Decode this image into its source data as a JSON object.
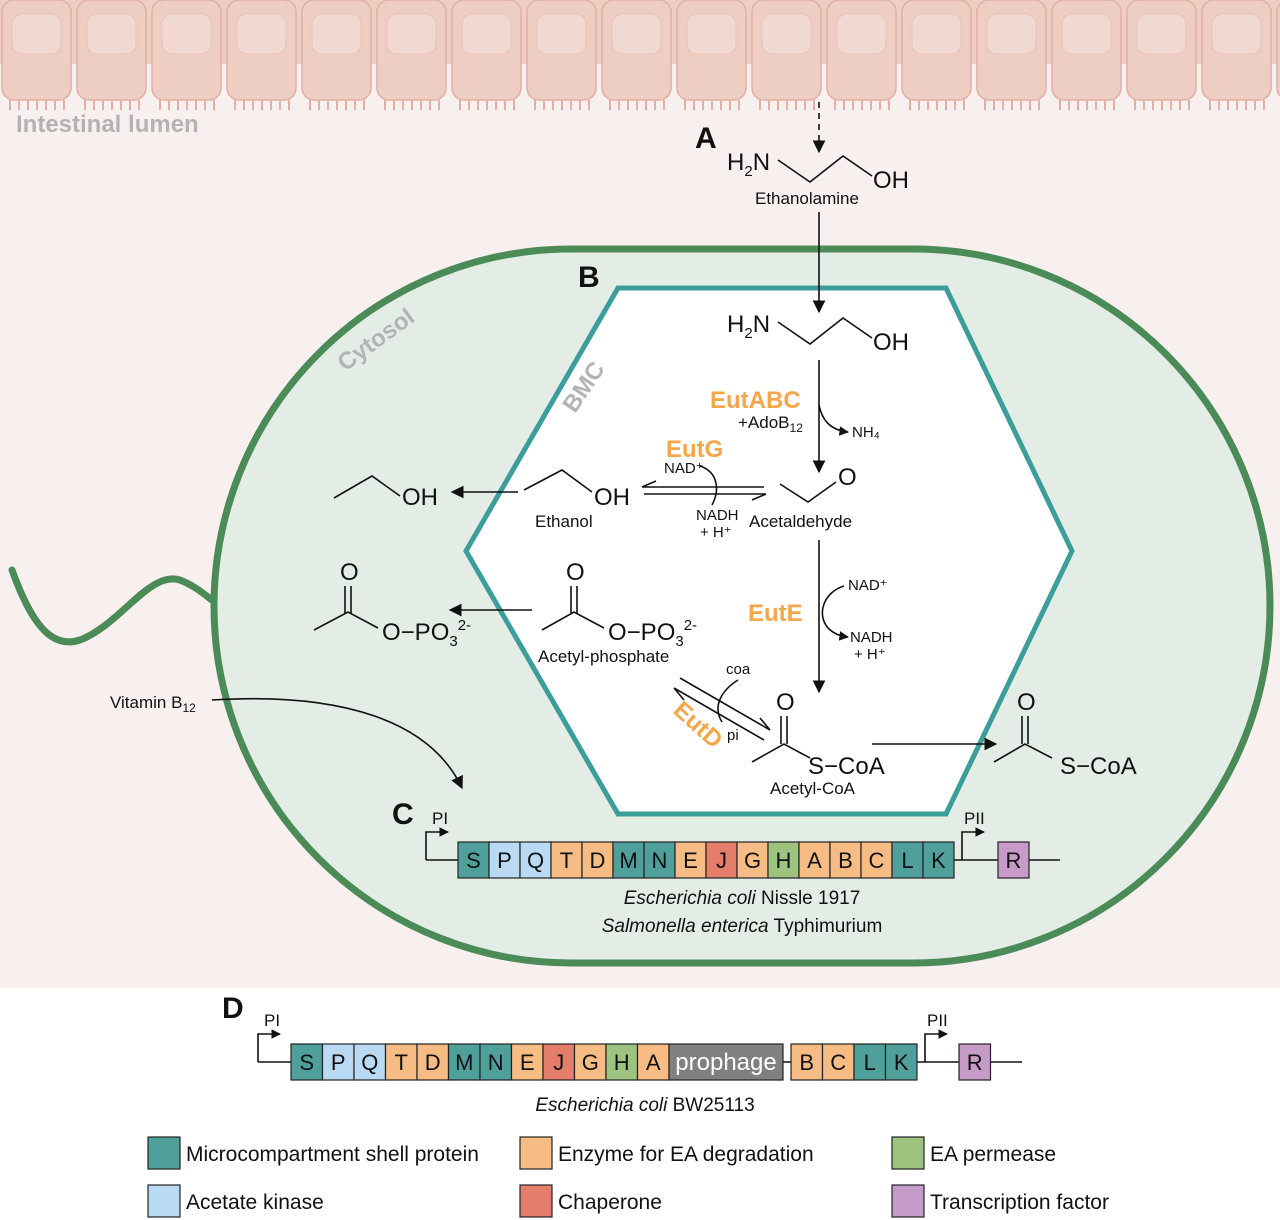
{
  "regions": {
    "lumen": "Intestinal lumen",
    "cytosol": "Cytosol",
    "bmc": "BMC"
  },
  "panels": {
    "a": "A",
    "b": "B",
    "c": "C",
    "d": "D"
  },
  "enzymes": {
    "eutabc": "EutABC",
    "eutg": "EutG",
    "eute": "EutE",
    "eutd": "EutD"
  },
  "cofactors": {
    "adob12_prefix": "+AdoB",
    "adob12_sub": "12",
    "nh4": "NH₄",
    "nad": "NAD⁺",
    "nadh": "NADH",
    "h_plus": "+ H⁺",
    "coa": "coa",
    "pi": "pi"
  },
  "compounds": {
    "ethanolamine": "Ethanolamine",
    "ethanol": "Ethanol",
    "acetaldehyde": "Acetaldehyde",
    "acetyl_phosphate": "Acetyl-phosphate",
    "acetyl_coa": "Acetyl-CoA",
    "vitamin_b12_prefix": "Vitamin B",
    "vitamin_b12_sub": "12"
  },
  "atoms": {
    "h2n": "H",
    "h2n_sub": "2",
    "h2n_n": "N",
    "oh": "OH",
    "o": "O",
    "s_coa": "S−CoA",
    "o_po3": "O−PO",
    "po3_sub": "3",
    "po3_sup": "2-"
  },
  "operon_c": {
    "promoter1": "PI",
    "promoter2": "PII",
    "genes": [
      {
        "label": "S",
        "color": "#4FA09A"
      },
      {
        "label": "P",
        "color": "#B9DAF2"
      },
      {
        "label": "Q",
        "color": "#B9DAF2"
      },
      {
        "label": "T",
        "color": "#F7BC84"
      },
      {
        "label": "D",
        "color": "#F7BC84"
      },
      {
        "label": "M",
        "color": "#4FA09A"
      },
      {
        "label": "N",
        "color": "#4FA09A"
      },
      {
        "label": "E",
        "color": "#F7BC84"
      },
      {
        "label": "J",
        "color": "#E47E6B"
      },
      {
        "label": "G",
        "color": "#F7BC84"
      },
      {
        "label": "H",
        "color": "#9DC47F"
      },
      {
        "label": "A",
        "color": "#F7BC84"
      },
      {
        "label": "B",
        "color": "#F7BC84"
      },
      {
        "label": "C",
        "color": "#F7BC84"
      },
      {
        "label": "L",
        "color": "#4FA09A"
      },
      {
        "label": "K",
        "color": "#4FA09A"
      }
    ],
    "regulator": {
      "label": "R",
      "color": "#C79BC8"
    },
    "species_1_italic": "Escherichia coli",
    "species_1_rest": " Nissle 1917",
    "species_2_italic": "Salmonella enterica",
    "species_2_rest": " Typhimurium"
  },
  "operon_d": {
    "promoter1": "PI",
    "promoter2": "PII",
    "genes_left": [
      {
        "label": "S",
        "color": "#4FA09A"
      },
      {
        "label": "P",
        "color": "#B9DAF2"
      },
      {
        "label": "Q",
        "color": "#B9DAF2"
      },
      {
        "label": "T",
        "color": "#F7BC84"
      },
      {
        "label": "D",
        "color": "#F7BC84"
      },
      {
        "label": "M",
        "color": "#4FA09A"
      },
      {
        "label": "N",
        "color": "#4FA09A"
      },
      {
        "label": "E",
        "color": "#F7BC84"
      },
      {
        "label": "J",
        "color": "#E47E6B"
      },
      {
        "label": "G",
        "color": "#F7BC84"
      },
      {
        "label": "H",
        "color": "#9DC47F"
      },
      {
        "label": "A",
        "color": "#F7BC84"
      }
    ],
    "prophage": "prophage",
    "genes_right": [
      {
        "label": "B",
        "color": "#F7BC84"
      },
      {
        "label": "C",
        "color": "#F7BC84"
      },
      {
        "label": "L",
        "color": "#4FA09A"
      },
      {
        "label": "K",
        "color": "#4FA09A"
      }
    ],
    "regulator": {
      "label": "R",
      "color": "#C79BC8"
    },
    "species_italic": "Escherichia coli",
    "species_rest": " BW25113"
  },
  "legend": [
    {
      "label": "Microcompartment shell protein",
      "color": "#4FA09A"
    },
    {
      "label": "Enzyme for EA degradation",
      "color": "#F7BC84"
    },
    {
      "label": "EA permease",
      "color": "#9DC47F"
    },
    {
      "label": "Acetate kinase",
      "color": "#B9DAF2"
    },
    {
      "label": "Chaperone",
      "color": "#E47E6B"
    },
    {
      "label": "Transcription factor",
      "color": "#C79BC8"
    }
  ],
  "colors": {
    "lumen_bg": "#F8EFEF",
    "villi": "#EECDC3",
    "villi_stroke": "#E2AFA3",
    "cell_fill": "#E4ECE6",
    "cell_stroke": "#4B8B58",
    "bmc_stroke": "#3C9E9A",
    "enzyme": "#F4A64B",
    "prophage": "#808080"
  }
}
